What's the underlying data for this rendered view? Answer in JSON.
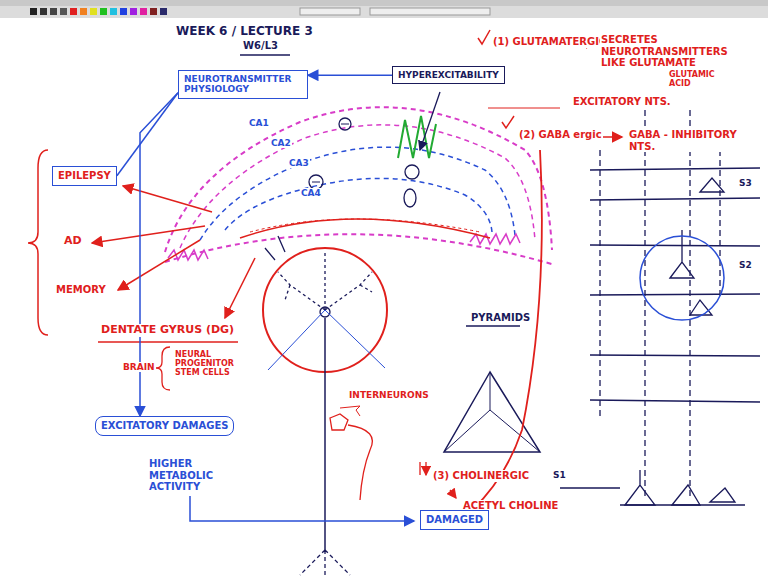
{
  "diagram": {
    "title": "WEEK 6 / LECTURE 3",
    "nodes": [
      {
        "text": [
          "NEUROTRANSMITTER PHYSIOLOGY"
        ]
      },
      {
        "text": [
          "HYPEREXCITABILITY"
        ]
      },
      {
        "text": [
          "EPILEPSY"
        ]
      },
      {
        "text": [
          "EXCITATORY DAMAGES"
        ]
      },
      {
        "text": [
          "DAMAGED"
        ]
      }
    ],
    "edges": [
      {
        "from": 1,
        "to": 0,
        "arrow": "to"
      },
      {
        "from": 0,
        "to": 2,
        "arrow": "none"
      },
      {
        "from": 0,
        "to": 3,
        "arrow": "to"
      }
    ],
    "labels": [
      "W6/L3",
      "(1) GLUTAMATERGIC",
      "SECRETES NEUROTRANSMITTERS LIKE GLUTAMATE",
      "GLUTAMIC ACID",
      "EXCITATORY NTS.",
      "(2) GABA ergic",
      "GABA - INHIBITORY NTS.",
      "AD",
      "MEMORY",
      "CA1",
      "CA2",
      "CA3",
      "CA4",
      "DENTATE GYRUS (DG)",
      "BRAIN",
      "NEURAL PROGENITOR STEM CELLS",
      "HIGHER METABOLIC ACTIVITY",
      "PYRAMIDS",
      "INTERNEURONS",
      "(3) CHOLINERGIC",
      "S1",
      "ACETYL CHOLINE",
      "S3",
      "S2"
    ]
  }
}
